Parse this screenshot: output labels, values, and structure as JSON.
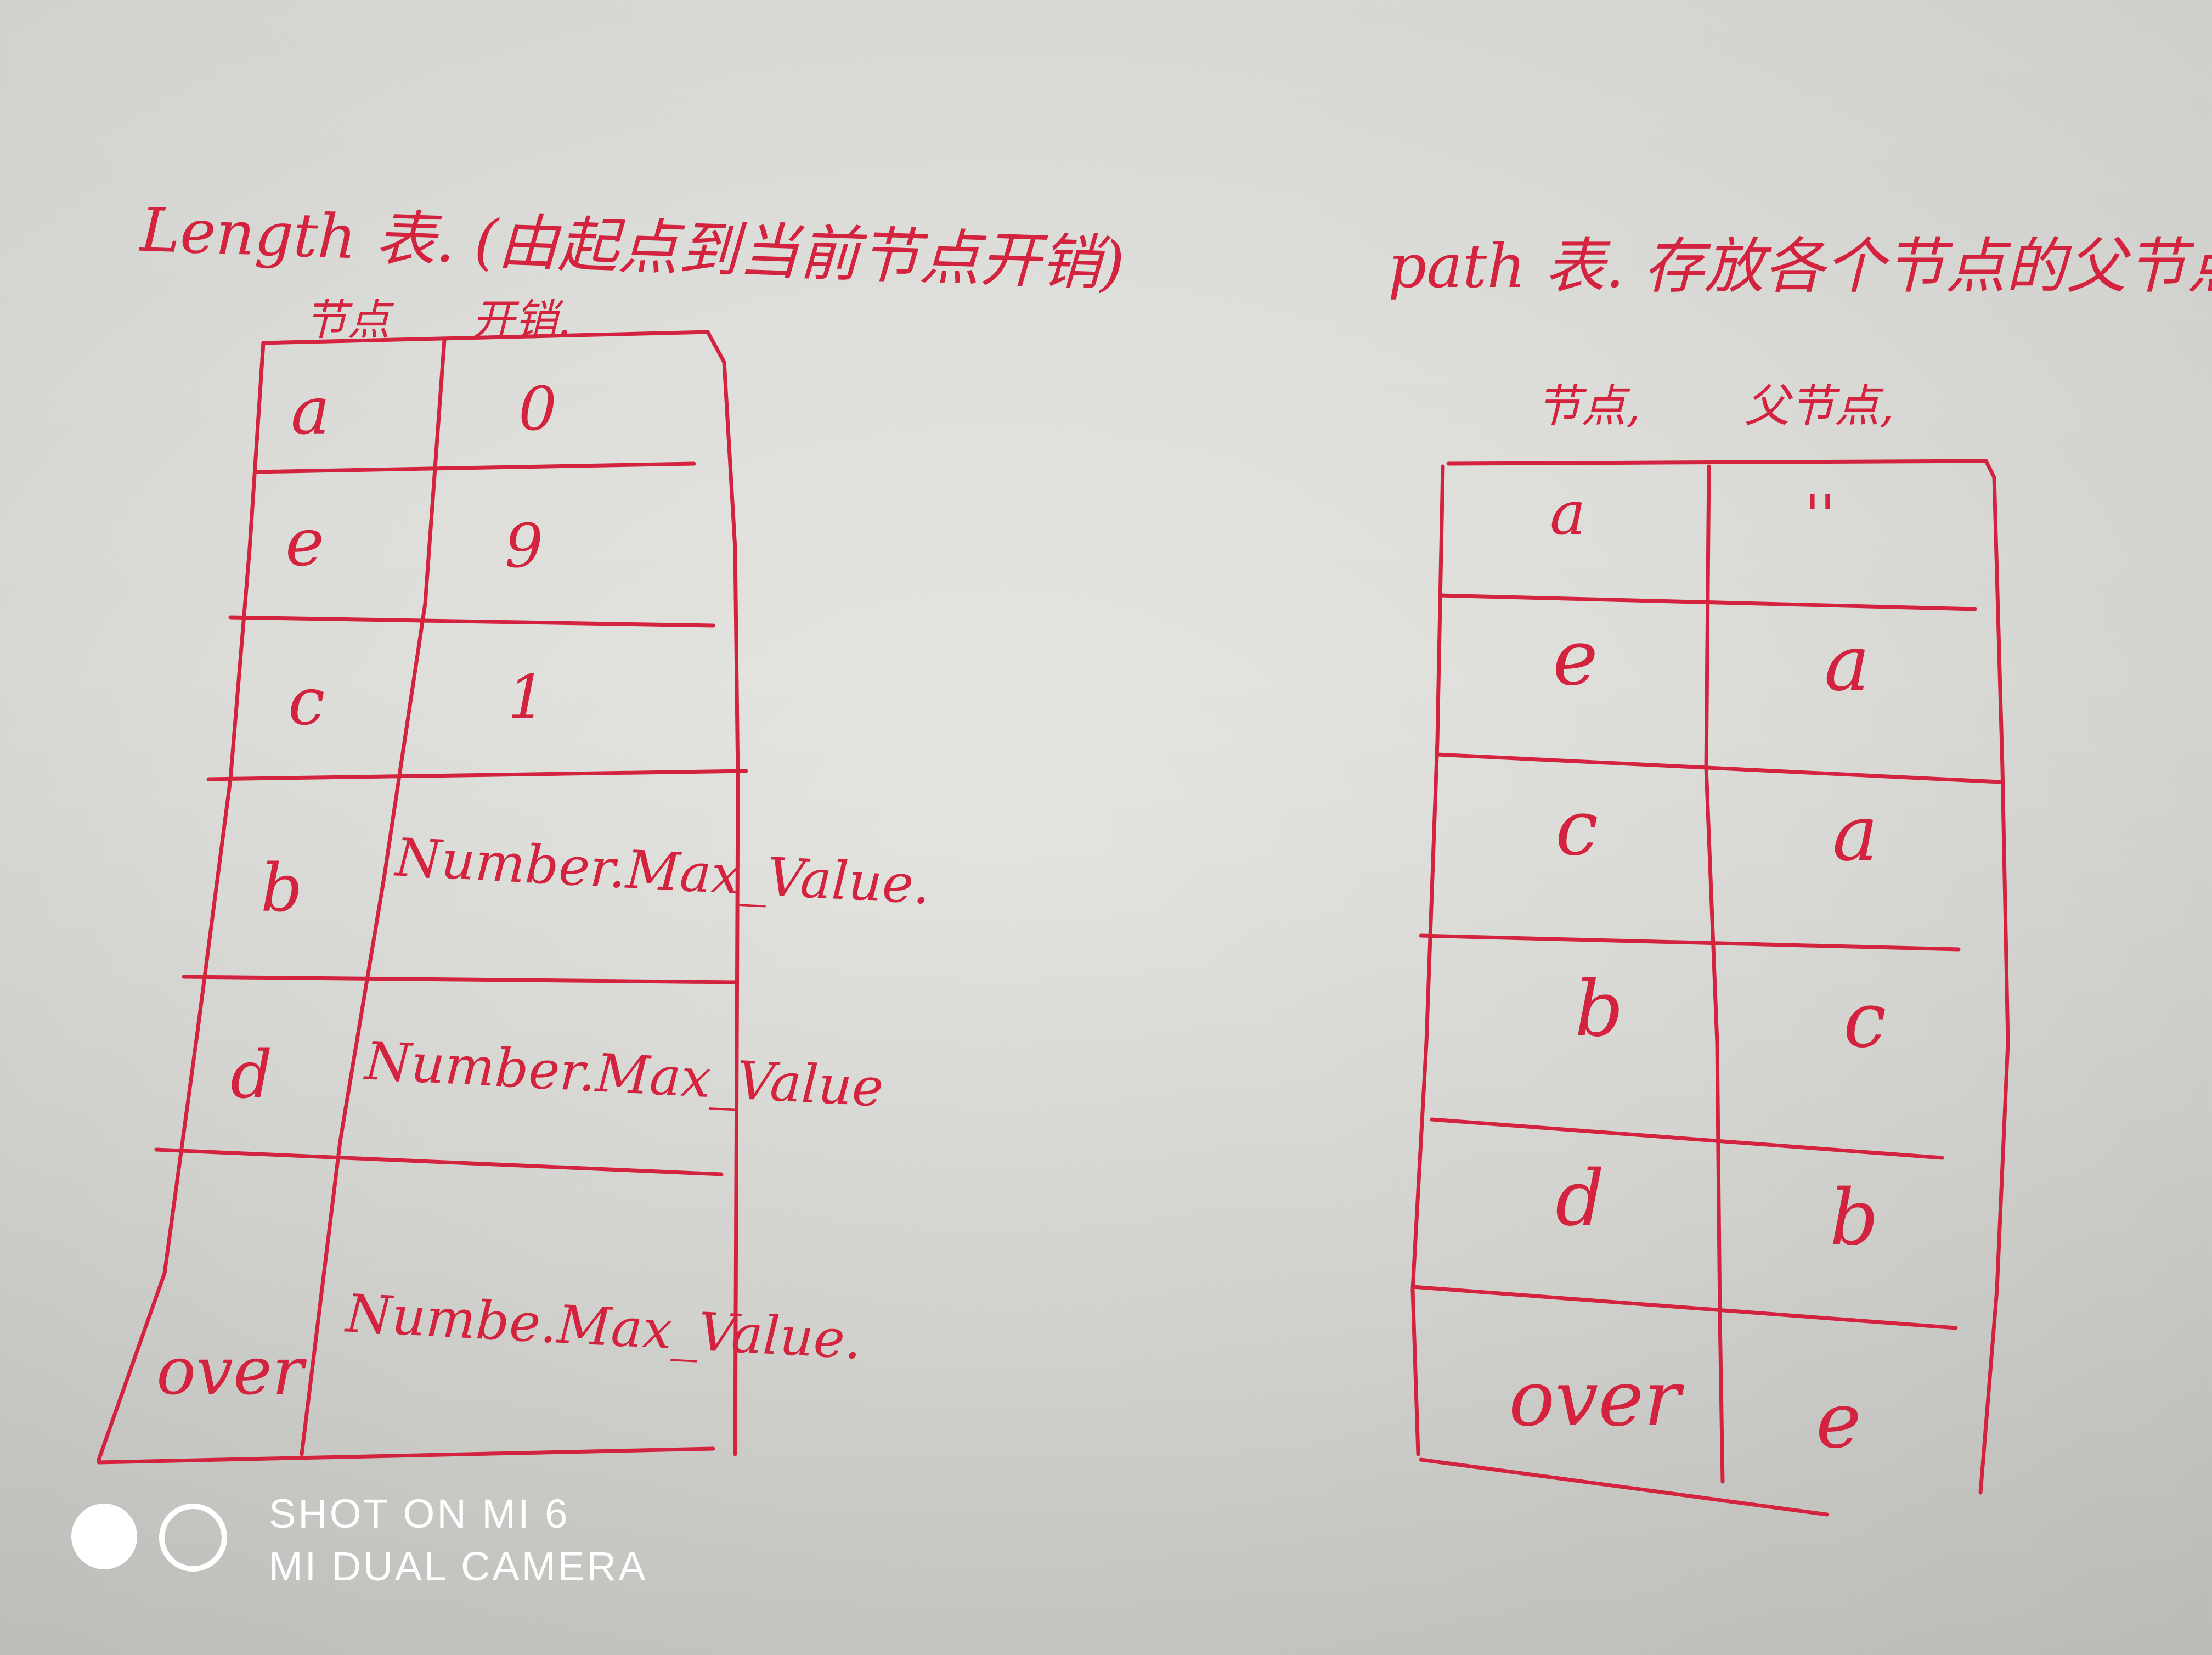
{
  "photo": {
    "paper_color": "#e1e1de",
    "ink_color": "#d4233f"
  },
  "length_table": {
    "title": "Length 表. (由起点到当前节点开销)",
    "headers": [
      "节点",
      "开销."
    ],
    "rows": [
      {
        "node": "a",
        "value": "0"
      },
      {
        "node": "e",
        "value": "9"
      },
      {
        "node": "c",
        "value": "1"
      },
      {
        "node": "b",
        "value": "Number.Max_Value."
      },
      {
        "node": "d",
        "value": "Number.Max_Value"
      },
      {
        "node": "over",
        "value": "Numbe.Max_Value."
      }
    ]
  },
  "path_table": {
    "title": "path 表. 存放各个节点的父节点",
    "headers": [
      "节点,",
      "父节点,"
    ],
    "rows": [
      {
        "node": "a",
        "parent": "''"
      },
      {
        "node": "e",
        "parent": "a"
      },
      {
        "node": "c",
        "parent": "a"
      },
      {
        "node": "b",
        "parent": "c"
      },
      {
        "node": "d",
        "parent": "b"
      },
      {
        "node": "over",
        "parent": "e"
      }
    ]
  },
  "watermark": {
    "line1": "SHOT ON MI 6",
    "line2": "MI DUAL CAMERA",
    "icon_left": "filled-circle-icon",
    "icon_right": "ring-circle-icon"
  }
}
